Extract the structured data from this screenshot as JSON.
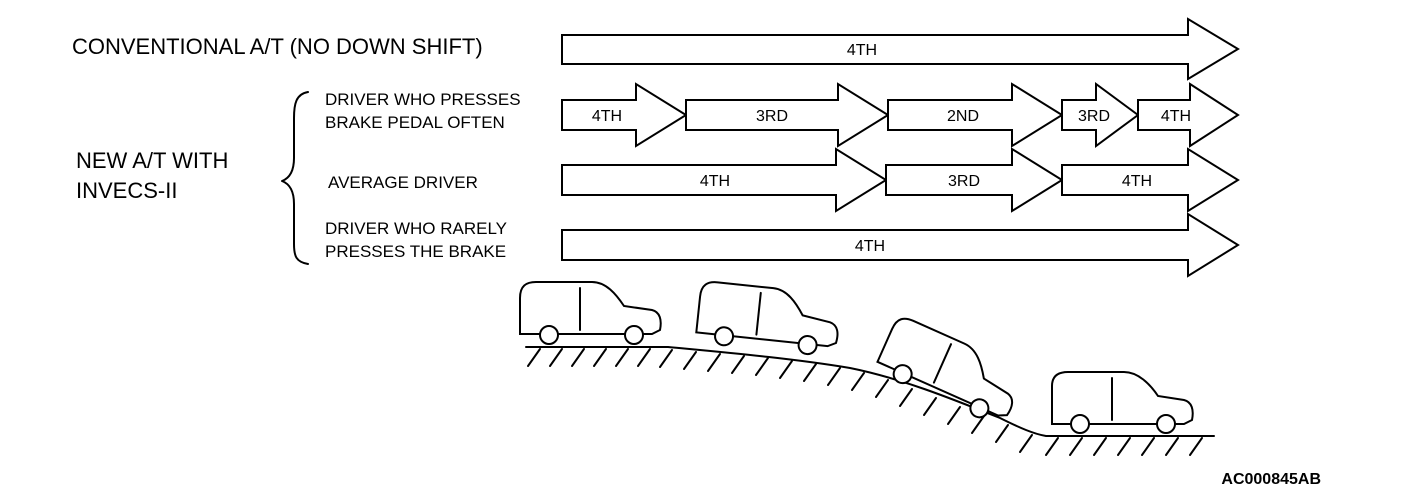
{
  "conventional": {
    "label": "CONVENTIONAL A/T (NO DOWN SHIFT)",
    "gears": [
      "4TH"
    ]
  },
  "new_at": {
    "label_line1": "NEW A/T WITH",
    "label_line2": "INVECS-II"
  },
  "rows": [
    {
      "label_line1": "DRIVER WHO PRESSES",
      "label_line2": "BRAKE PEDAL OFTEN",
      "gears": [
        "4TH",
        "3RD",
        "2ND",
        "3RD",
        "4TH"
      ]
    },
    {
      "label_line1": "AVERAGE DRIVER",
      "label_line2": "",
      "gears": [
        "4TH",
        "3RD",
        "4TH"
      ]
    },
    {
      "label_line1": "DRIVER WHO RARELY",
      "label_line2": "PRESSES THE BRAKE",
      "gears": [
        "4TH"
      ]
    }
  ],
  "figure_ref": "AC000845AB"
}
